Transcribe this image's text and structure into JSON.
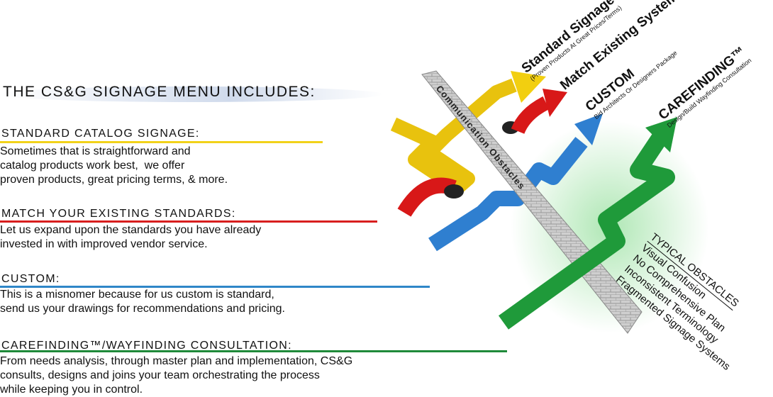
{
  "title": "The CS&G Signage Menu Includes:",
  "sections": [
    {
      "heading": "Standard Catalog Signage:",
      "color": "#f2d21a",
      "lines": [
        "Sometimes that is straightforward and",
        "catalog products work best,  we offer",
        "proven products, great pricing terms, & more."
      ]
    },
    {
      "heading": "Match Your Existing Standards:",
      "color": "#d81e1e",
      "lines": [
        "Let us expand upon the standards you have already",
        "invested in with improved vendor service."
      ]
    },
    {
      "heading": "Custom:",
      "color": "#2f86c8",
      "lines": [
        "This is a misnomer because for us custom is standard,",
        "send us your drawings for recommendations and pricing."
      ]
    },
    {
      "heading": "Carefinding™/Wayfinding Consultation:",
      "color": "#1f8a3a",
      "lines": [
        "From needs analysis, through master plan and implementation, CS&G",
        "consults, designs and joins your team orchestrating the process",
        "while keeping you in control."
      ]
    }
  ],
  "graphic": {
    "wall_label": "Communication Obstacles",
    "arrows": [
      {
        "title": "Standard  Signage",
        "subtitle": "(Proven Products At Great Prices/Terms)",
        "color": "#f2cf10"
      },
      {
        "title": "Match Existing System",
        "subtitle": "",
        "color": "#d81818"
      },
      {
        "title": "CUSTOM",
        "subtitle": "Bid Architects Or Designers Package",
        "color": "#2f7fd0"
      },
      {
        "title": "CAREFINDING™",
        "subtitle": "Design/Build Wayfinding Consultation",
        "color": "#1f9a3a"
      }
    ],
    "obstacles_title": "TYPICAL OBSTACLES",
    "obstacles": [
      "Visual Confusion",
      "No Comprehensive Plan",
      "Inconsistent Terminology",
      "Fragmented Signage Systems"
    ]
  }
}
